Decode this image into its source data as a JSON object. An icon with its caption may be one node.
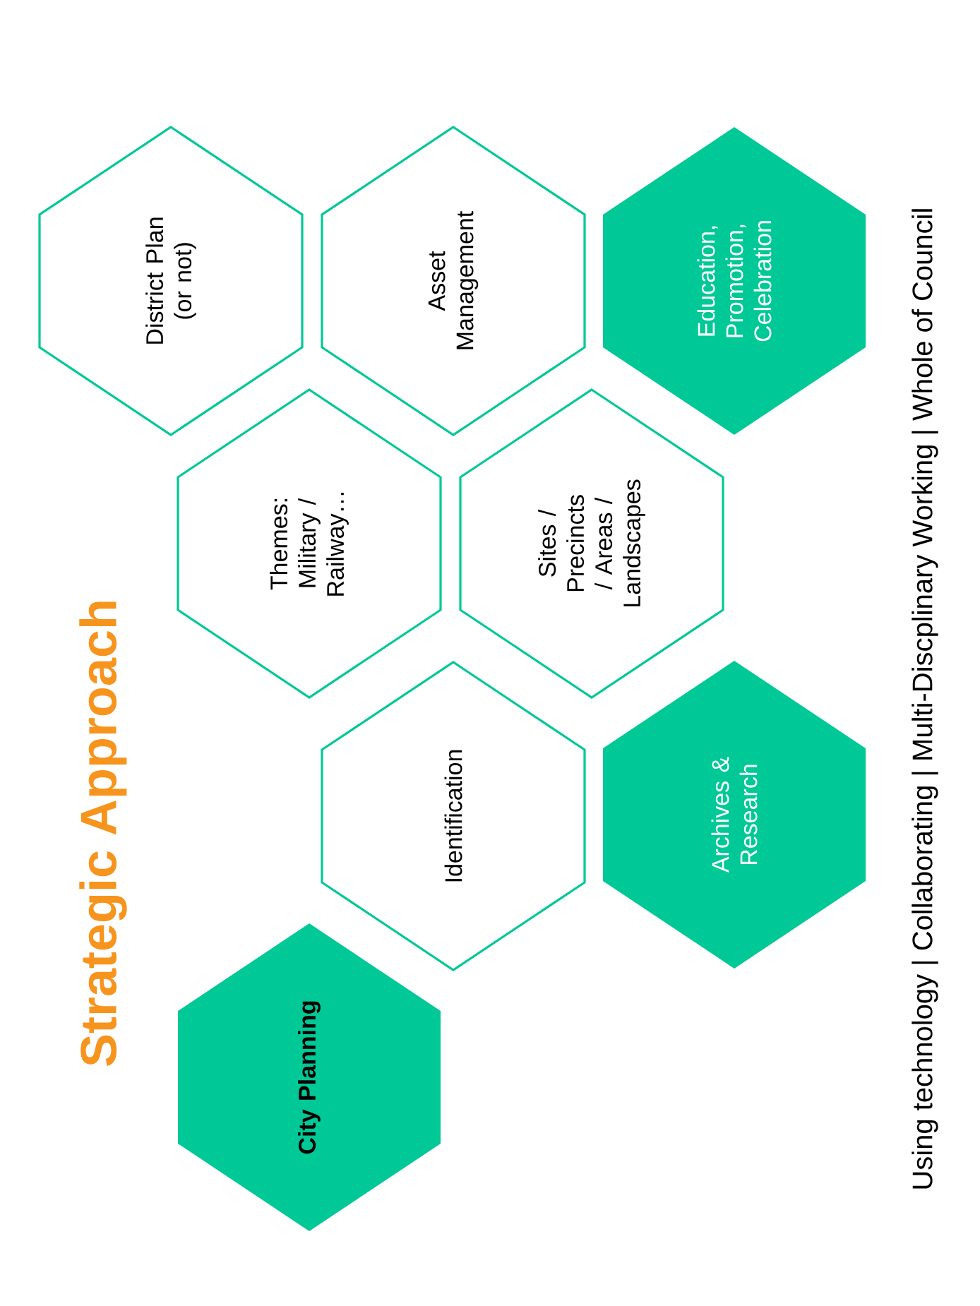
{
  "diagram": {
    "title": "Strategic Approach",
    "nodes": [
      {
        "text": [
          "City Planning"
        ]
      },
      {
        "text": [
          "Identification"
        ]
      },
      {
        "text": [
          "Archives & Research"
        ]
      },
      {
        "text": [
          "Themes: Military / Railway…"
        ]
      },
      {
        "text": [
          "Sites / Precincts / Areas / Landscapes"
        ]
      },
      {
        "text": [
          "District Plan (or not)"
        ]
      },
      {
        "text": [
          "Asset Management"
        ]
      },
      {
        "text": [
          "Education, Promotion, Celebration"
        ]
      }
    ],
    "labels": [
      "Using technology | Collaborating | Multi-Discplinary Working | Whole of Council"
    ]
  }
}
